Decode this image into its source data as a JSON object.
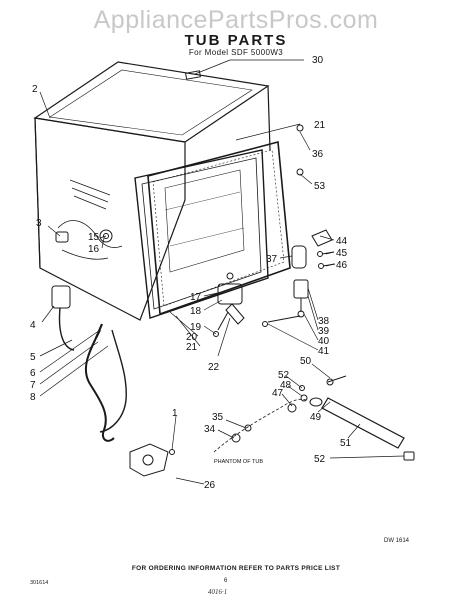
{
  "watermark": "AppliancePartsPros.com",
  "title": "TUB PARTS",
  "subtitle": "For Model SDF 5000W3",
  "callouts": {
    "c1": "1",
    "c2": "2",
    "c3": "3",
    "c4": "4",
    "c5": "5",
    "c6": "6",
    "c7": "7",
    "c8": "8",
    "c15": "15",
    "c16": "16",
    "c17": "17",
    "c18": "18",
    "c19": "19",
    "c20": "20",
    "c21a": "21",
    "c21b": "21",
    "c22": "22",
    "c26": "26",
    "c30": "30",
    "c34": "34",
    "c35": "35",
    "c36": "36",
    "c37": "37",
    "c38": "38",
    "c39": "39",
    "c40": "40",
    "c41": "41",
    "c44": "44",
    "c45": "45",
    "c46": "46",
    "c47": "47",
    "c48": "48",
    "c49": "49",
    "c50": "50",
    "c51": "51",
    "c52a": "52",
    "c52b": "52",
    "c53": "53"
  },
  "phantom_label": "PHANTOM OF TUB",
  "drawing_code": "DW 1614",
  "footer": "FOR ORDERING INFORMATION REFER TO PARTS PRICE LIST",
  "part_number": "301614",
  "page_number": "6",
  "signature": "4016·1"
}
